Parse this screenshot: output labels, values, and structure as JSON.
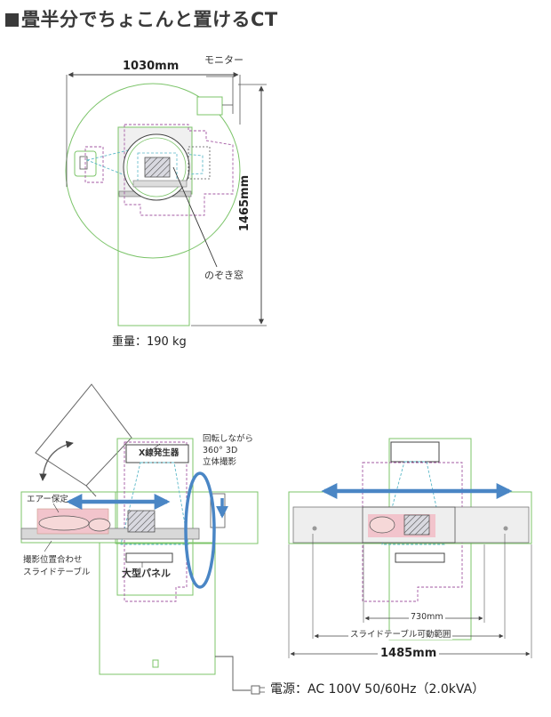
{
  "title": "畳半分でちょこんと置けるCT",
  "top_view": {
    "width_dim": "1030mm",
    "height_dim": "1465mm",
    "monitor_label": "モニター",
    "window_label": "のぞき窓",
    "weight_label": "重量：190 kg"
  },
  "side_view": {
    "rotation_label_1": "回転しながら",
    "rotation_label_2": "360° 3D",
    "rotation_label_3": "立体撮影",
    "xray_label": "X線発生器",
    "air_hold_label": "エアー保定",
    "slide_label_1": "撮影位置合わせ",
    "slide_label_2": "スライドテーブル",
    "panel_label": "大型パネル"
  },
  "front_view": {
    "dim_730": "730mm",
    "slide_range_label": "スライドテーブル可動範囲",
    "dim_1485": "1485mm"
  },
  "power_label": "電源：AC 100V 50/60Hz（2.0kVA）",
  "colors": {
    "green_outline": "#7cc46a",
    "magenta_dash": "#a35aa3",
    "cyan_beam": "#5bb8c8",
    "blue_arrow": "#4a86c5",
    "pink_fill": "#f2c4cc",
    "gray_line": "#555555"
  }
}
